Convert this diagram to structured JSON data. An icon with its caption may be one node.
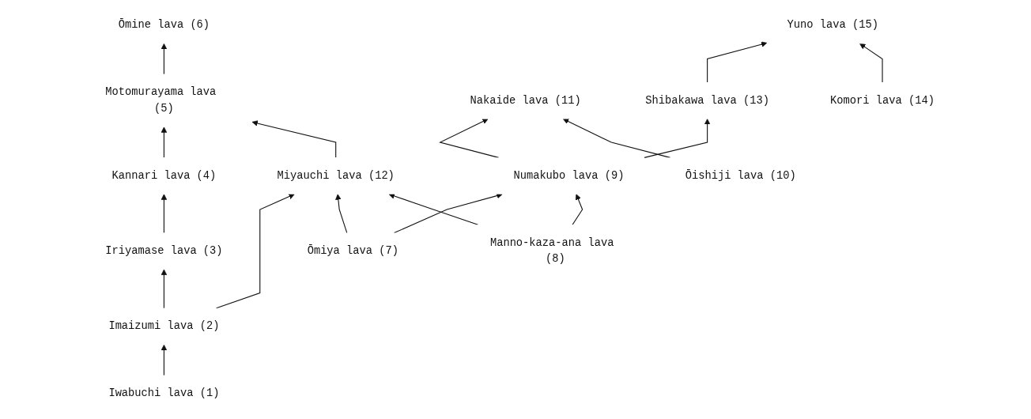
{
  "diagram": {
    "nodes": [
      {
        "text": [
          "Ōmine lava (6)"
        ]
      },
      {
        "text": [
          "Nakaide lava (11)"
        ]
      },
      {
        "text": [
          "Yuno lava (15)"
        ]
      },
      {
        "text": [
          "Motomurayama lava (5)"
        ]
      },
      {
        "text": [
          "Ōishiji lava (10)"
        ]
      },
      {
        "text": [
          "Komori lava (14)"
        ]
      },
      {
        "text": [
          "Kannari lava (4)"
        ]
      },
      {
        "text": [
          "Numakubo lava (9)"
        ]
      },
      {
        "text": [
          "Shibakawa lava (13)"
        ]
      },
      {
        "text": [
          "Miyauchi lava (12)"
        ]
      },
      {
        "text": [
          "Iriyamase lava (3)"
        ]
      },
      {
        "text": [
          "Manno-kaza-ana lava (8)"
        ]
      },
      {
        "text": [
          "Imaizumi lava (2)"
        ]
      },
      {
        "text": [
          "Ōmiya lava (7)"
        ]
      },
      {
        "text": [
          "Iwabuchi lava (1)"
        ]
      }
    ],
    "edges": [
      {
        "from": 14,
        "to": 12,
        "arrow": "to"
      },
      {
        "from": 12,
        "to": 10,
        "arrow": "to"
      },
      {
        "from": 10,
        "to": 6,
        "arrow": "to"
      },
      {
        "from": 6,
        "to": 3,
        "arrow": "to"
      },
      {
        "from": 3,
        "to": 0,
        "arrow": "to"
      },
      {
        "from": 12,
        "to": 9,
        "arrow": "to"
      },
      {
        "from": 9,
        "to": 3,
        "arrow": "to"
      },
      {
        "from": 13,
        "to": 9,
        "arrow": "to"
      },
      {
        "from": 13,
        "to": 7,
        "arrow": "to"
      },
      {
        "from": 11,
        "to": 9,
        "arrow": "to"
      },
      {
        "from": 11,
        "to": 7,
        "arrow": "to"
      },
      {
        "from": 7,
        "to": 1,
        "arrow": "to"
      },
      {
        "from": 4,
        "to": 1,
        "arrow": "to"
      },
      {
        "from": 7,
        "to": 8,
        "arrow": "to"
      },
      {
        "from": 8,
        "to": 2,
        "arrow": "to"
      },
      {
        "from": 5,
        "to": 2,
        "arrow": "to"
      }
    ]
  }
}
